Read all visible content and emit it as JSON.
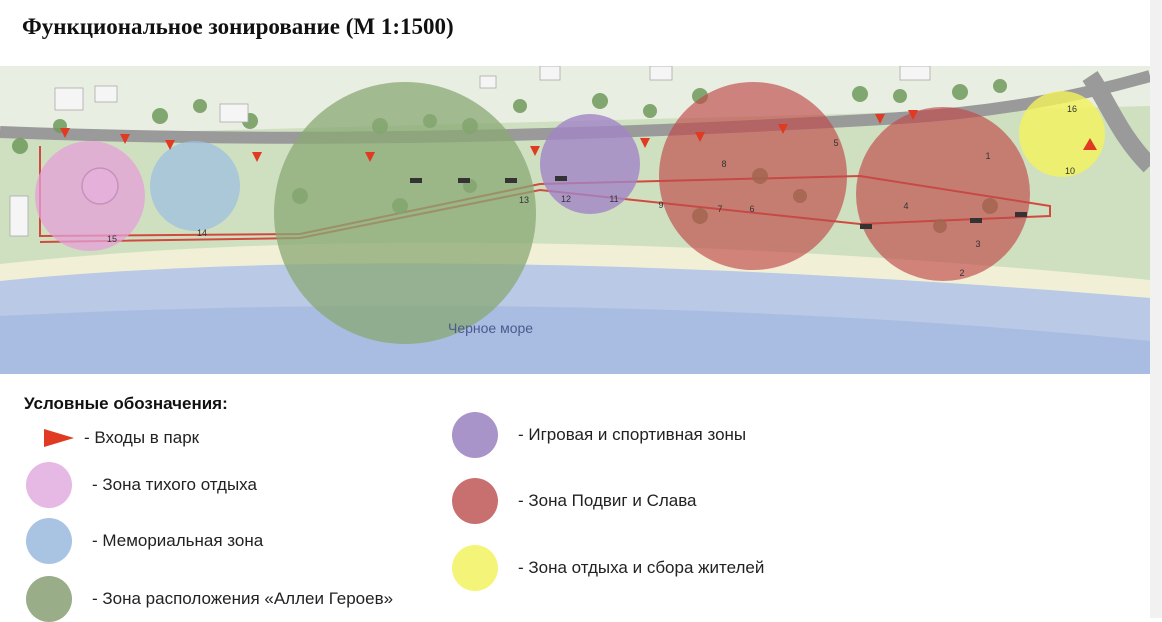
{
  "title": "Функциональное зонирование (М 1:1500)",
  "map": {
    "sea_label": "Черное море",
    "zones": [
      {
        "id": "quiet",
        "color": "#e6a0d8"
      },
      {
        "id": "memorial",
        "color": "#9ec0e0"
      },
      {
        "id": "heroes",
        "color": "#8aa874"
      },
      {
        "id": "sport",
        "color": "#a184c6"
      },
      {
        "id": "glory",
        "color": "#c04848"
      },
      {
        "id": "residents",
        "color": "#f2f25a"
      }
    ],
    "plot_numbers": [
      "1",
      "2",
      "3",
      "4",
      "5",
      "6",
      "7",
      "8",
      "9",
      "10",
      "11",
      "12",
      "13",
      "14",
      "15",
      "16"
    ],
    "entrance_color": "#e03a22"
  },
  "legend": {
    "title": "Условные обозначения:",
    "items": [
      {
        "icon": "entrance-arrow-icon",
        "label": "- Входы в парк"
      },
      {
        "icon": "circle",
        "color": "#e6b8e4",
        "label": "- Зона тихого отдыха"
      },
      {
        "icon": "circle",
        "color": "#a8c4e2",
        "label": "- Мемориальная зона"
      },
      {
        "icon": "circle",
        "color": "#98ad88",
        "label": "- Зона расположения «Аллеи Героев»"
      },
      {
        "icon": "circle",
        "color": "#a894c8",
        "label": "- Игровая и спортивная зоны"
      },
      {
        "icon": "circle",
        "color": "#c87070",
        "label": "- Зона Подвиг и Слава"
      },
      {
        "icon": "circle",
        "color": "#f4f478",
        "label": "- Зона отдыха и сбора жителей"
      }
    ]
  }
}
